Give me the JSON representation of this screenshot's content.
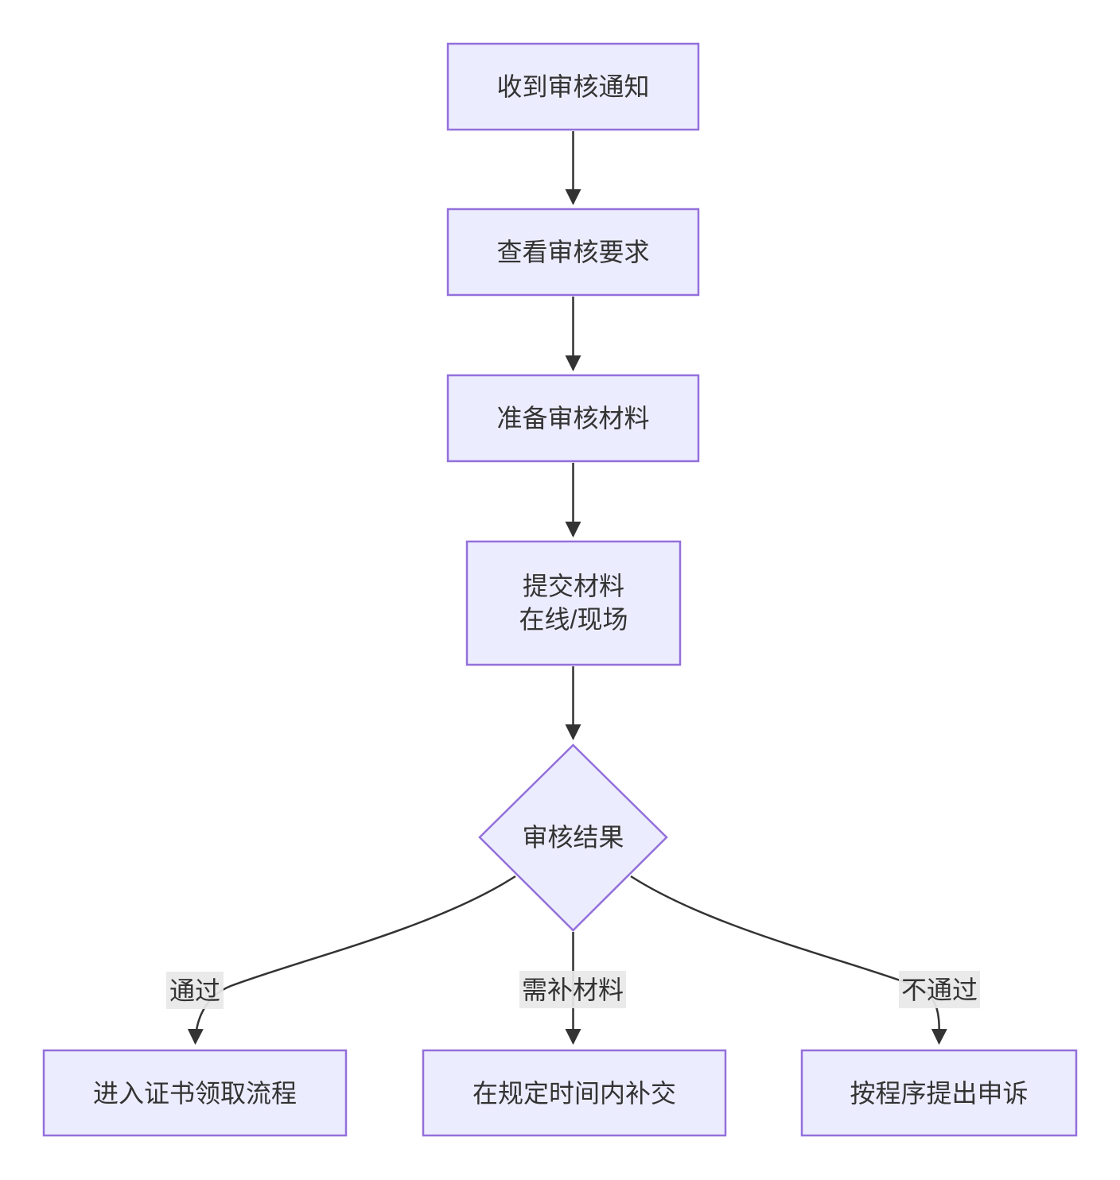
{
  "flowchart": {
    "type": "flowchart",
    "direction": "top-down",
    "nodes": {
      "receive_notice": {
        "shape": "rect",
        "label": "收到审核通知"
      },
      "view_requirements": {
        "shape": "rect",
        "label": "查看审核要求"
      },
      "prepare_materials": {
        "shape": "rect",
        "label": "准备审核材料"
      },
      "submit_materials": {
        "shape": "rect",
        "label_line1": "提交材料",
        "label_line2": "在线/现场"
      },
      "review_result": {
        "shape": "diamond",
        "label": "审核结果"
      },
      "enter_certificate_process": {
        "shape": "rect",
        "label": "进入证书领取流程"
      },
      "resubmit_in_time": {
        "shape": "rect",
        "label": "在规定时间内补交"
      },
      "appeal": {
        "shape": "rect",
        "label": "按程序提出申诉"
      }
    },
    "edges": [
      {
        "from": "receive_notice",
        "to": "view_requirements",
        "label": ""
      },
      {
        "from": "view_requirements",
        "to": "prepare_materials",
        "label": ""
      },
      {
        "from": "prepare_materials",
        "to": "submit_materials",
        "label": ""
      },
      {
        "from": "submit_materials",
        "to": "review_result",
        "label": ""
      },
      {
        "from": "review_result",
        "to": "enter_certificate_process",
        "label": "通过"
      },
      {
        "from": "review_result",
        "to": "resubmit_in_time",
        "label": "需补材料"
      },
      {
        "from": "review_result",
        "to": "appeal",
        "label": "不通过"
      }
    ],
    "colors": {
      "node_fill": "#ECECFF",
      "node_border": "#9370DB",
      "edge_line": "#333333",
      "edge_label_bg": "#e8e8e8",
      "text": "#333333",
      "background": "#ffffff"
    }
  }
}
